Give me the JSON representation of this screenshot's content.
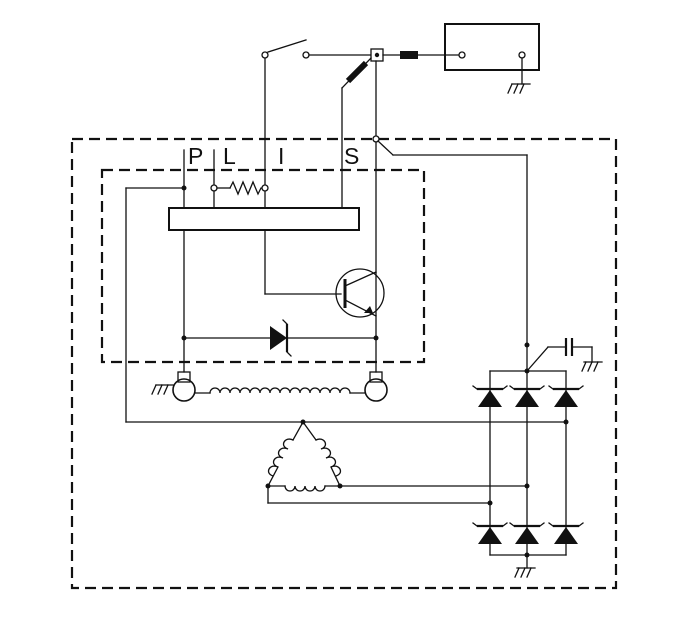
{
  "diagram": {
    "terminal_labels": {
      "p": "P",
      "l": "L",
      "i": "I",
      "s": "S"
    },
    "colors": {
      "line": "#111111",
      "background": "#ffffff"
    }
  }
}
